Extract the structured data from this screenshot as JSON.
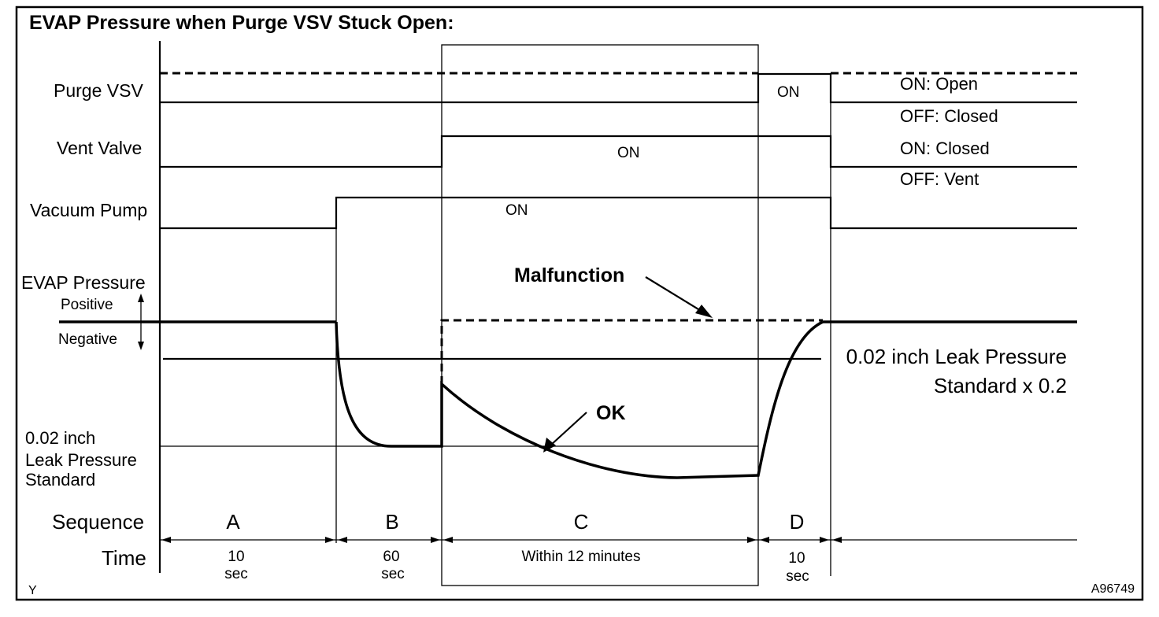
{
  "title": "EVAP Pressure when Purge VSV Stuck Open:",
  "signals": {
    "purge_vsv": "Purge VSV",
    "vent_valve": "Vent Valve",
    "vacuum_pump": "Vacuum Pump",
    "evap_pressure": "EVAP Pressure"
  },
  "pressure_axis": {
    "positive": "Positive",
    "negative": "Negative"
  },
  "state_labels": {
    "purge_on": "ON",
    "vent_on": "ON",
    "pump_on": "ON"
  },
  "legend": {
    "purge_on": "ON: Open",
    "purge_off": "OFF: Closed",
    "vent_on": "ON: Closed",
    "vent_off": "OFF: Vent"
  },
  "annotations": {
    "malfunction": "Malfunction",
    "ok": "OK",
    "leak_std_line1": "0.02 inch",
    "leak_std_line2": "Leak Pressure",
    "leak_std_line3": "Standard",
    "leak_02_line1": "0.02 inch Leak Pressure",
    "leak_02_line2": "Standard x 0.2"
  },
  "sequence": {
    "label": "Sequence",
    "steps": [
      {
        "id": "A",
        "time_line1": "10",
        "time_line2": "sec"
      },
      {
        "id": "B",
        "time_line1": "60",
        "time_line2": "sec"
      },
      {
        "id": "C",
        "time_line1": "Within 12 minutes",
        "time_line2": ""
      },
      {
        "id": "D",
        "time_line1": "10",
        "time_line2": "sec"
      }
    ]
  },
  "time_label": "Time",
  "corner_left": "Y",
  "figure_id": "A96749"
}
